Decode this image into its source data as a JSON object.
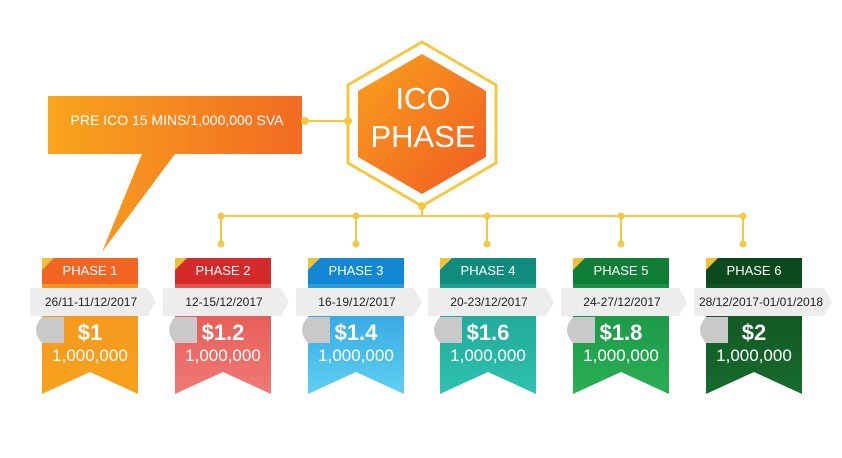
{
  "center": {
    "title_line1": "ICO",
    "title_line2": "PHASE"
  },
  "callout": {
    "text": "PRE ICO 15 MINS/1,000,000 SVA"
  },
  "phases": [
    {
      "label": "PHASE 1",
      "dates": "26/11-11/12/2017",
      "price": "$1",
      "amount": "1,000,000",
      "colors": {
        "top": "#f7931e",
        "bottom": "#f7a21e",
        "header": "#f26522"
      }
    },
    {
      "label": "PHASE 2",
      "dates": "12-15/12/2017",
      "price": "$1.2",
      "amount": "1,000,000",
      "colors": {
        "top": "#e04a43",
        "bottom": "#f07a75",
        "header": "#d42a2a"
      }
    },
    {
      "label": "PHASE 3",
      "dates": "16-19/12/2017",
      "price": "$1.4",
      "amount": "1,000,000",
      "colors": {
        "top": "#1b8fd8",
        "bottom": "#5fd0f2",
        "header": "#1387d3"
      }
    },
    {
      "label": "PHASE 4",
      "dates": "20-23/12/2017",
      "price": "$1.6",
      "amount": "1,000,000",
      "colors": {
        "top": "#16998a",
        "bottom": "#2fc2b0",
        "header": "#0f8c7d"
      }
    },
    {
      "label": "PHASE 5",
      "dates": "24-27/12/2017",
      "price": "$1.8",
      "amount": "1,000,000",
      "colors": {
        "top": "#138a3f",
        "bottom": "#2aaf55",
        "header": "#107e37"
      }
    },
    {
      "label": "PHASE 6",
      "dates": "28/12/2017-01/01/2018",
      "price": "$2",
      "amount": "1,000,000",
      "colors": {
        "top": "#0e4d1f",
        "bottom": "#176b2e",
        "header": "#0b4a1c"
      }
    }
  ],
  "theme": {
    "orange": "#f7931e",
    "connector": "#f5c842",
    "tab": "#ededed",
    "shadow": "#c9c9c9",
    "corner": "#f0c23c"
  }
}
